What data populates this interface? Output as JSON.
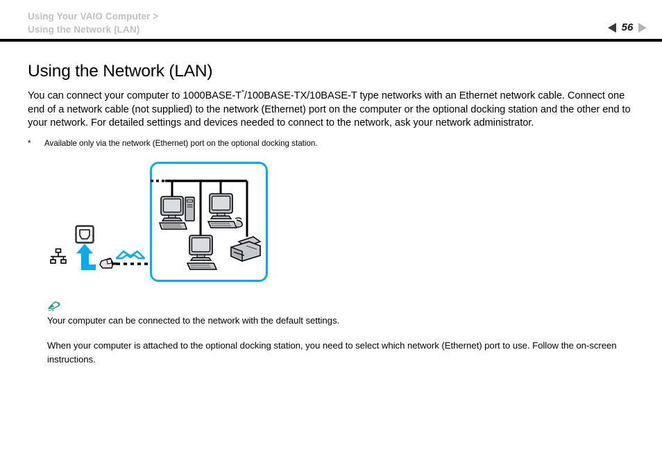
{
  "header": {
    "breadcrumb_line1": "Using Your VAIO Computer >",
    "breadcrumb_line2": "Using the Network (LAN)",
    "page_number": "56",
    "prev_icon": "triangle-left-icon",
    "next_icon": "triangle-right-icon",
    "prev_color": "#3a3a3a",
    "next_color": "#b5b5b5",
    "breadcrumb_color": "#c0c0c0"
  },
  "main": {
    "title": "Using the Network (LAN)",
    "body_part1": "You can connect your computer to 1000BASE-T",
    "body_star": "*",
    "body_part2": "/100BASE-TX/10BASE-T type networks with an Ethernet network cable. Connect one end of a network cable (not supplied) to the network (Ethernet) port on the computer or the optional docking station and the other end to your network. For detailed settings and devices needed to connect to the network, ask your network administrator.",
    "footnote_mark": "*",
    "footnote_text": "Available only via the network (Ethernet) port on the optional docking station."
  },
  "diagram": {
    "name": "lan-connection-diagram",
    "border_color": "#00aeef",
    "accent_color": "#00aeef",
    "device_fill": "#b9bdc4",
    "device_fill_light": "#d7dade",
    "device_outline": "#000000",
    "cable_color": "#000000",
    "items": [
      {
        "name": "lan-port-icon",
        "label": "network (Ethernet) port"
      },
      {
        "name": "network-topology-icon",
        "label": "network"
      },
      {
        "name": "up-arrow-icon",
        "label": "connect to port"
      },
      {
        "name": "rj45-connector-icon",
        "label": "network cable plug"
      },
      {
        "name": "double-arrow-icon",
        "label": "cable direction"
      },
      {
        "name": "desktop-computer-tower-icon",
        "label": "computer with tower"
      },
      {
        "name": "desktop-computer-mouse-icon",
        "label": "computer with mouse"
      },
      {
        "name": "desktop-computer-icon",
        "label": "computer"
      },
      {
        "name": "printer-icon",
        "label": "printer"
      }
    ]
  },
  "notes": {
    "icon": "pen-note-icon",
    "icon_color": "#1a9e7e",
    "note1": "Your computer can be connected to the network with the default settings.",
    "note2": "When your computer is attached to the optional docking station, you need to select which network (Ethernet) port to use. Follow the on-screen instructions."
  }
}
